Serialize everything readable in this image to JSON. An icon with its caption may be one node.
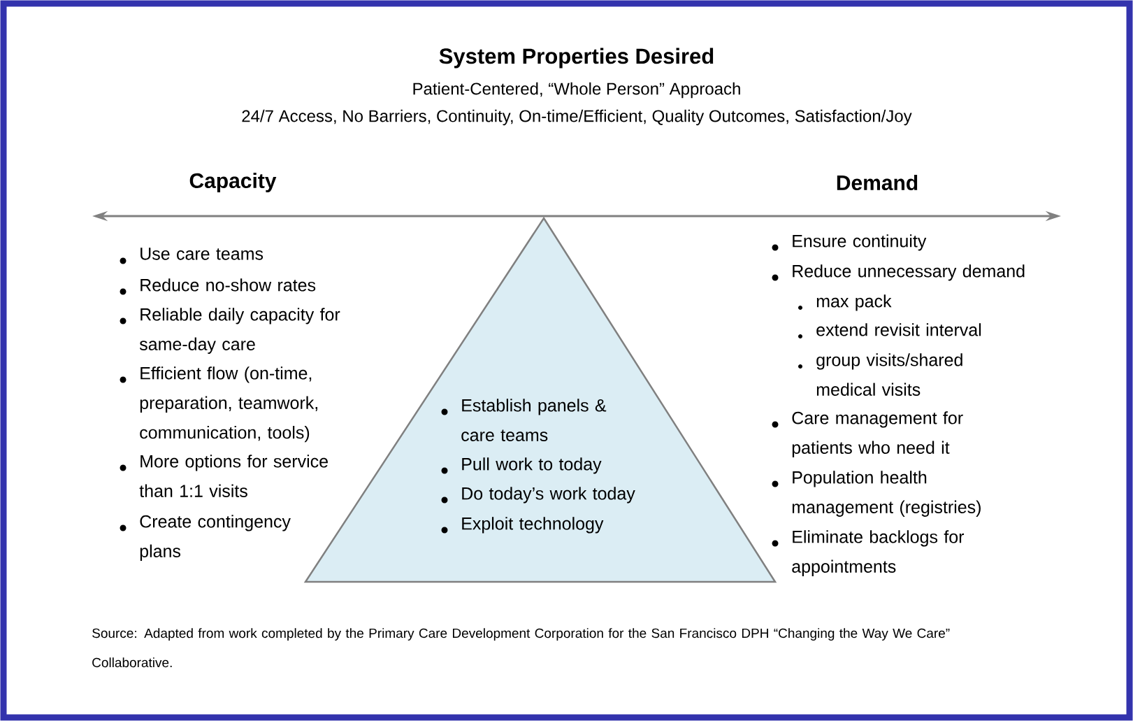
{
  "diagram": {
    "title": "System Properties Desired",
    "nodes": [
      {
        "text": [
          "Establish panels & care teams",
          "Pull work to today",
          "Do today’s work today",
          "Exploit technology"
        ]
      }
    ],
    "labels": [
      "Patient-Centered, “Whole Person” Approach",
      "24/7 Access, No Barriers, Continuity, On-time/Efficient, Quality Outcomes, Satisfaction/Joy",
      "Capacity",
      "Demand",
      "Use care teams",
      "Reduce no-show rates",
      "Reliable daily capacity for same-day care",
      "Efficient flow (on-time, preparation, teamwork, communication, tools)",
      "More options for service than 1:1 visits",
      "Create contingency plans",
      "Ensure continuity",
      "Reduce unnecessary demand",
      "max pack",
      "extend revisit interval",
      "group visits/shared medical visits",
      "Care management for patients who need it",
      "Population health management (registries)",
      "Eliminate backlogs for appointments"
    ],
    "caption": "Source: Adapted from work completed by the Primary Care Development Corporation for the San Francisco DPH “Changing the Way We Care” Collaborative."
  }
}
